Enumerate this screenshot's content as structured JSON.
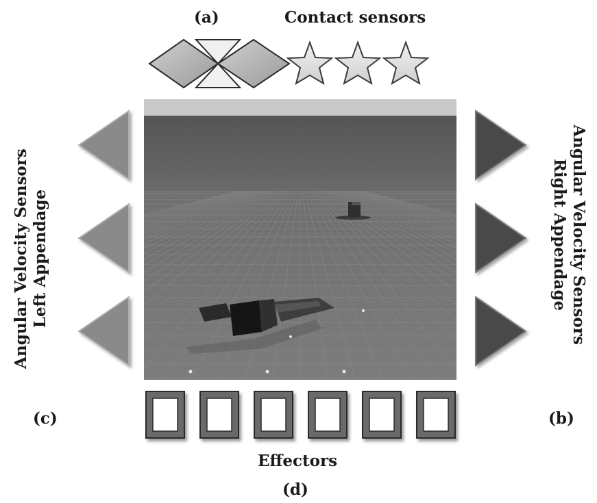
{
  "labels": {
    "panel_a": "(a)",
    "contact_title": "Contact sensors",
    "left_line1": "Angular Velocity Sensors",
    "left_line2": "Left Appendage",
    "right_line1": "Angular Velocity Sensors",
    "right_line2": "Right Appendage",
    "panel_c": "(c)",
    "panel_b": "(b)",
    "effectors": "Effectors",
    "panel_d": "(d)"
  },
  "contact_sensor_icons": [
    "diamond-icon",
    "hourglass-icon",
    "diamond-icon",
    "star-icon",
    "star-icon",
    "star-icon"
  ],
  "left_sensor_icons": [
    "left-triangle-icon",
    "left-triangle-icon",
    "left-triangle-icon"
  ],
  "right_sensor_icons": [
    "right-triangle-icon",
    "right-triangle-icon",
    "right-triangle-icon"
  ],
  "effector_count": 6,
  "colors": {
    "left_triangle": "#8a8a8a",
    "right_triangle": "#4a4a4a",
    "diamond": "#b5b5b5",
    "star": "#e6e6e6",
    "effector_frame": "#6a6a6a",
    "sky": "#5b5b5b",
    "top_band": "#c9c9c9"
  }
}
